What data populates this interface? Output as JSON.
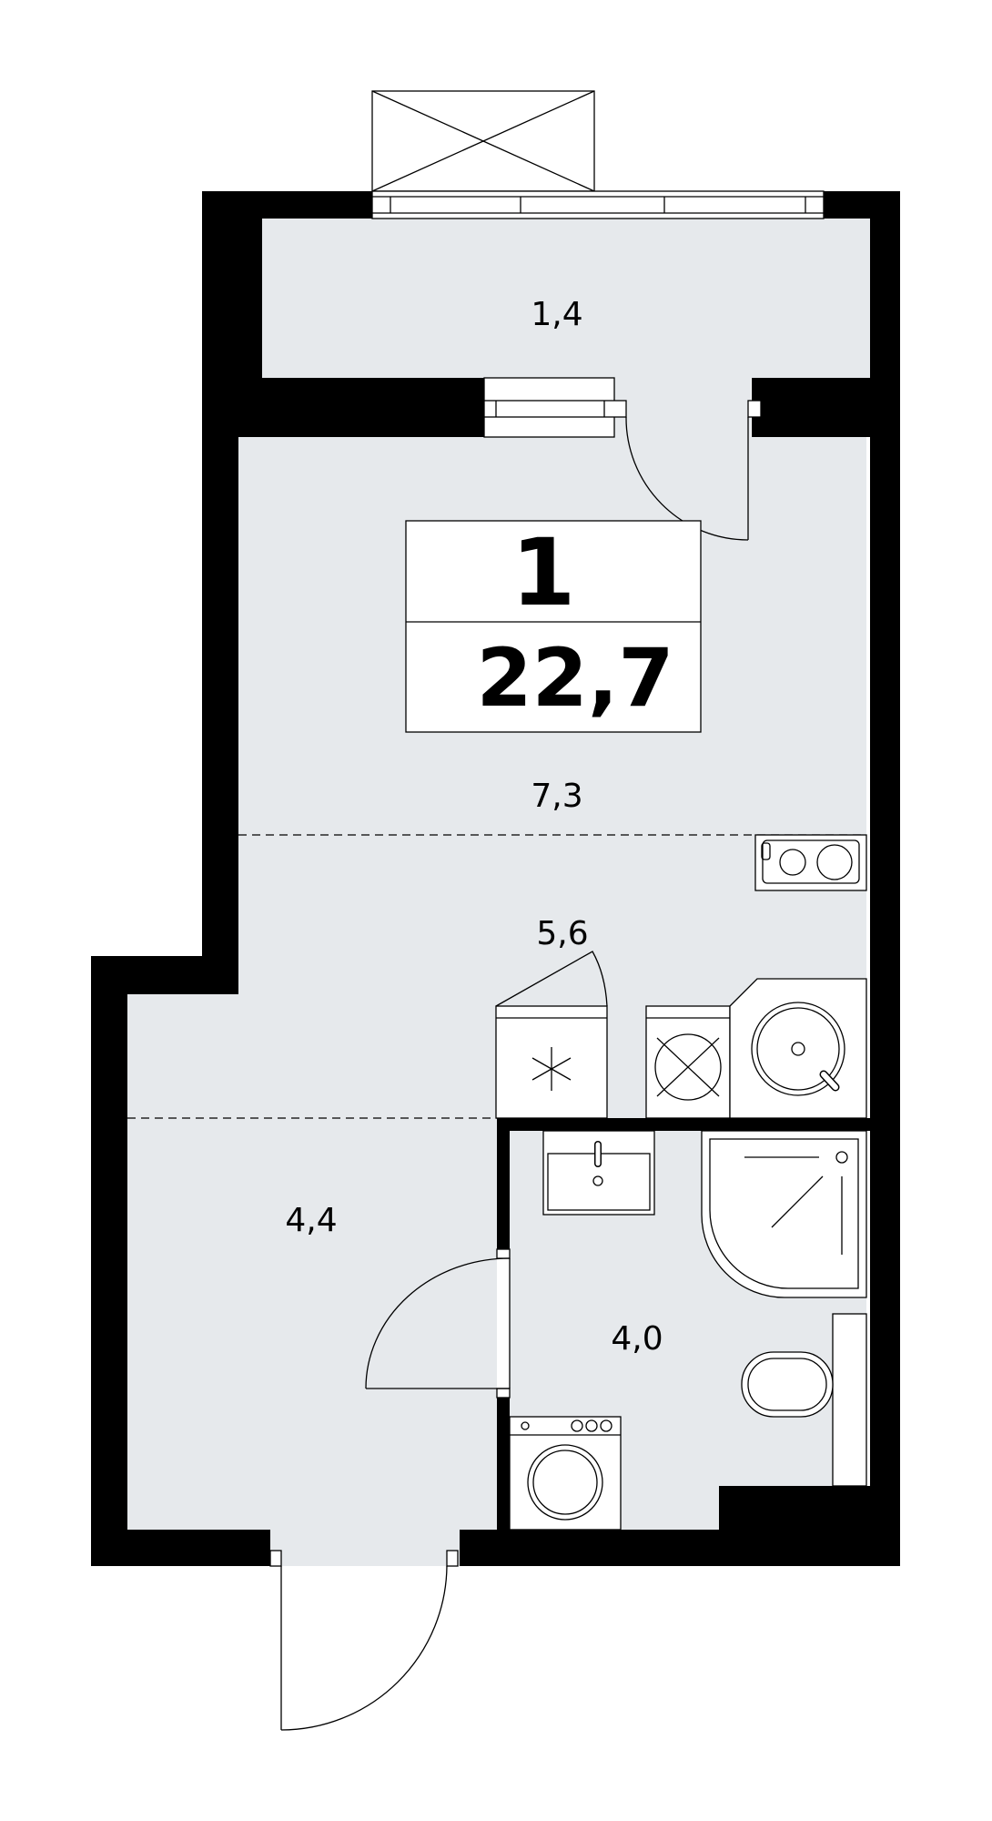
{
  "plan": {
    "rooms_count": "1",
    "total_area": "22,7",
    "areas": {
      "balcony": "1,4",
      "living_upper": "7,3",
      "kitchen": "5,6",
      "hall": "4,4",
      "bathroom": "4,0"
    }
  },
  "colors": {
    "wall": "#000000",
    "floor": "#e6e9ec",
    "fixture": "#ffffff"
  }
}
